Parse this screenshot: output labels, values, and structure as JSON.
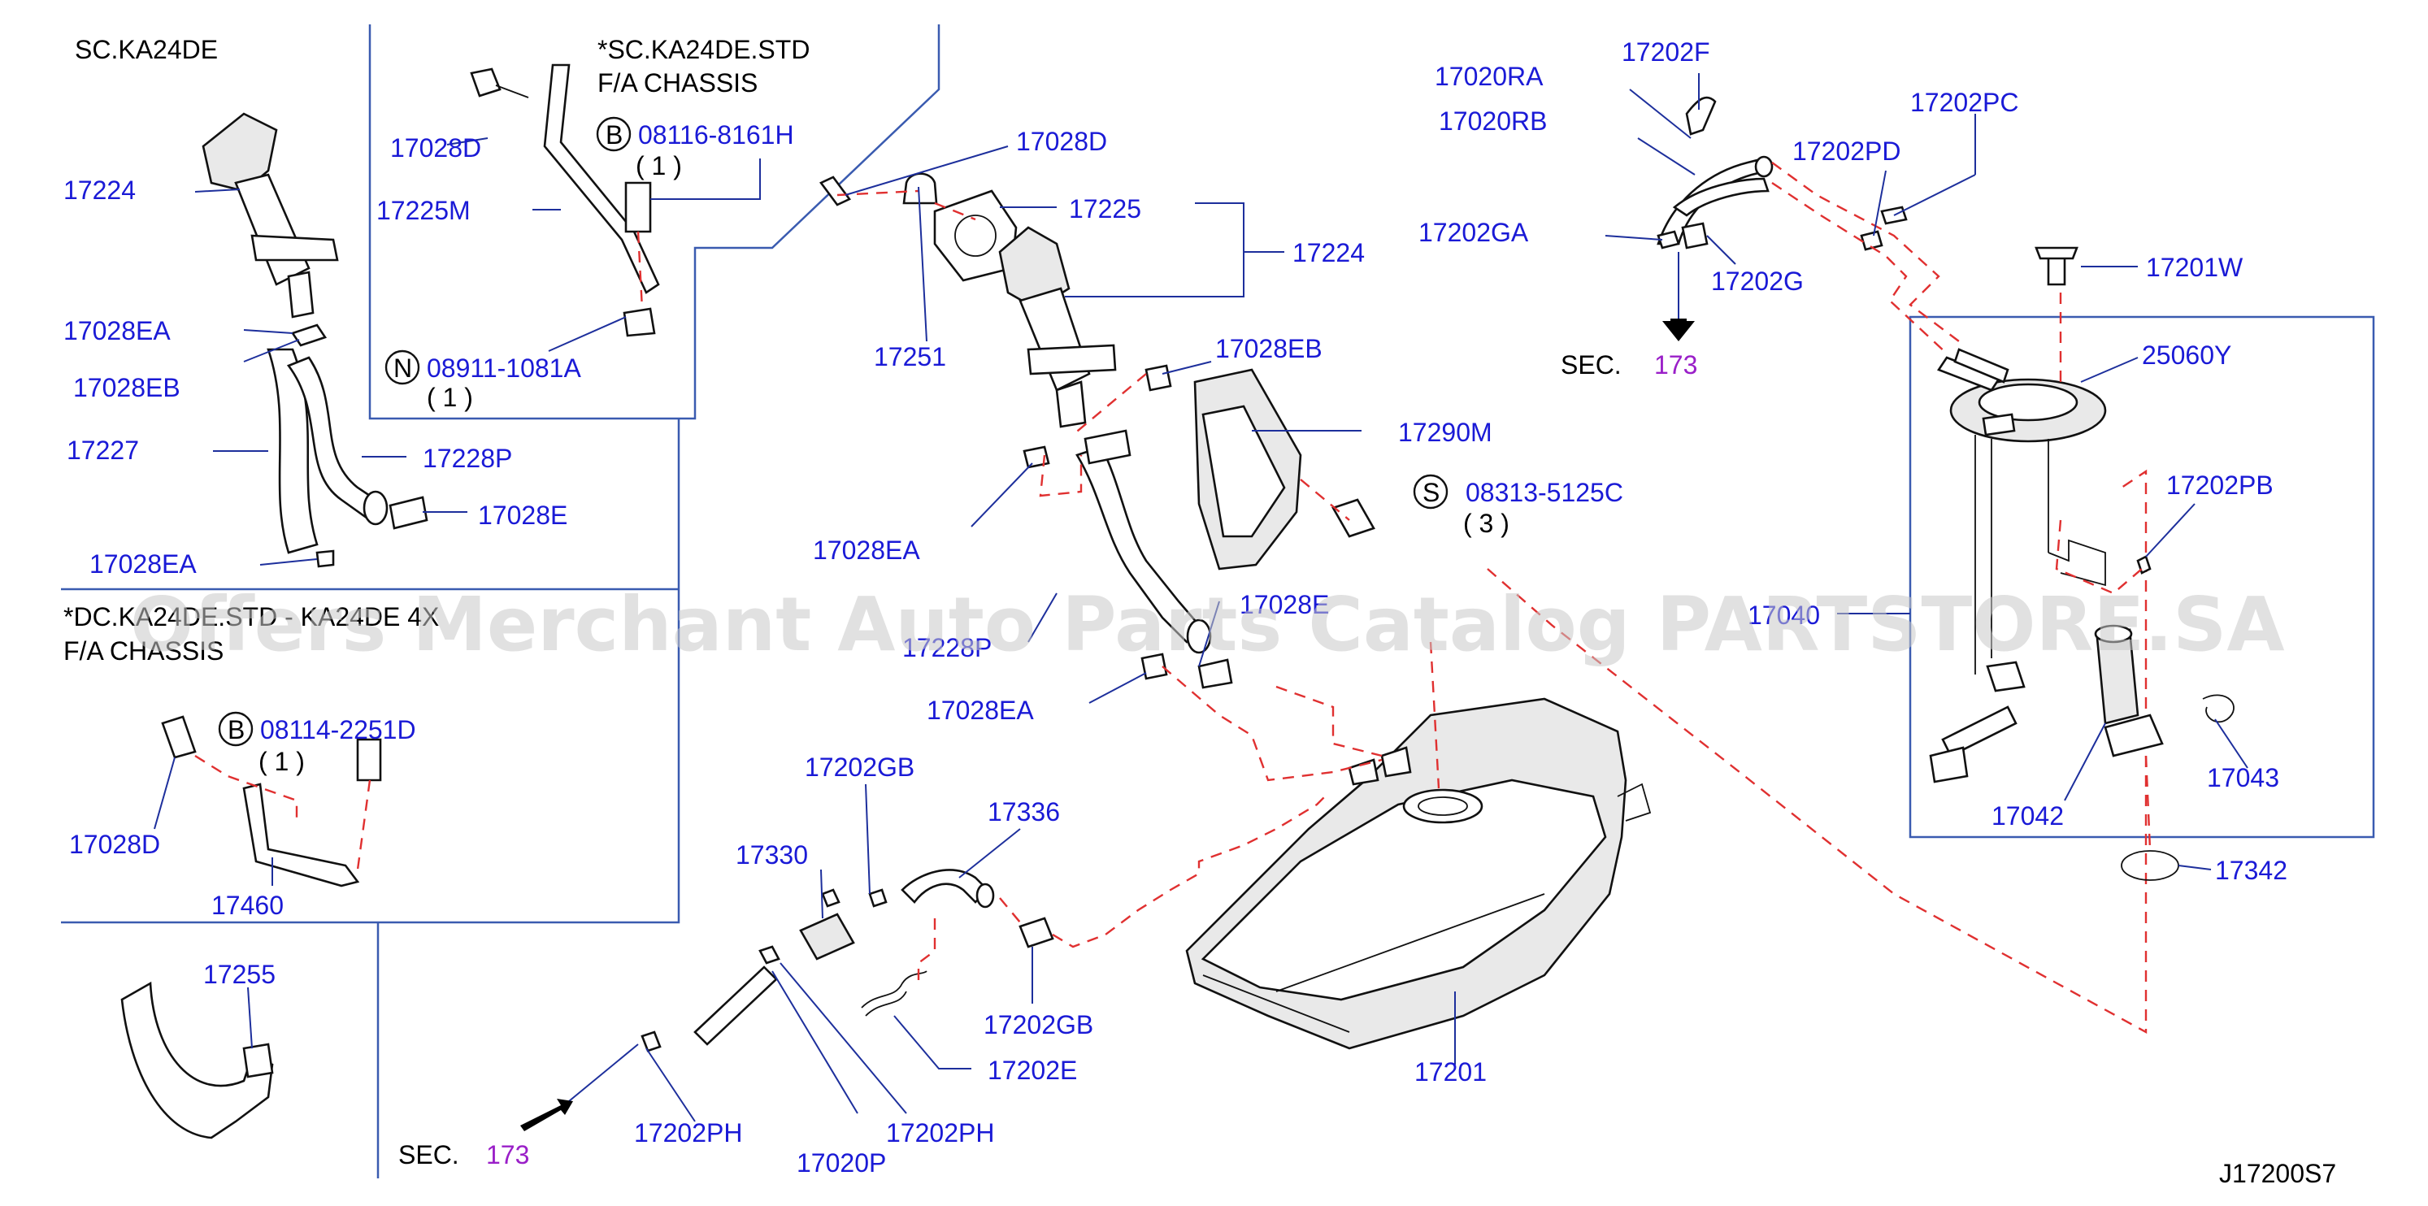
{
  "sections": {
    "sc_ka24de": "SC.KA24DE",
    "sc_std_line1": "*SC.KA24DE.STD",
    "sc_std_line2": "F/A   CHASSIS",
    "dc_line1": "*DC.KA24DE.STD - KA24DE 4X",
    "dc_line2": "F/A   CHASSIS"
  },
  "parts": {
    "p17224_left": "17224",
    "p17028EA_1": "17028EA",
    "p17028EB_left": "17028EB",
    "p17227": "17227",
    "p17228P": "17228P",
    "p17028E_left": "17028E",
    "p17028EA_2": "17028EA",
    "p17028D_top": "17028D",
    "p17225M": "17225M",
    "b_08116": "08116-8161H",
    "b_08116_qty": "( 1 )",
    "n_08911": "08911-1081A",
    "n_08911_qty": "( 1 )",
    "p17028D_mid": "17028D",
    "p17225": "17225",
    "p17224_mid": "17224",
    "p17251": "17251",
    "p17028EB_mid": "17028EB",
    "p17290M": "17290M",
    "s_08313": "08313-5125C",
    "s_08313_qty": "(  3  )",
    "p17028EA_mid": "17028EA",
    "p17028E_mid": "17028E",
    "p17228P_mid": "17228P",
    "p17028EA_low": "17028EA",
    "p17028D_dc": "17028D",
    "b_08114": "08114-2251D",
    "b_08114_qty": "( 1 )",
    "p17460": "17460",
    "p17255": "17255",
    "p17202GB_top": "17202GB",
    "p17330": "17330",
    "p17336": "17336",
    "p17202GB_low": "17202GB",
    "p17202E": "17202E",
    "p17202PH_left": "17202PH",
    "p17202PH_right": "17202PH",
    "p17020P": "17020P",
    "p17201": "17201",
    "p17020RA": "17020RA",
    "p17020RB": "17020RB",
    "p17202F": "17202F",
    "p17202PC": "17202PC",
    "p17202PD": "17202PD",
    "p17202GA": "17202GA",
    "p17202G": "17202G",
    "p17201W": "17201W",
    "p25060Y": "25060Y",
    "p17202PB": "17202PB",
    "p17040": "17040",
    "p17042": "17042",
    "p17043": "17043",
    "p17342": "17342",
    "sec_text_right": "SEC.",
    "sec_num_right": "173",
    "sec_text_left": "SEC.",
    "sec_num_left": "173",
    "circle_b": "B",
    "circle_n": "N",
    "circle_s": "S",
    "circle_b2": "B"
  },
  "footer": {
    "diagram_code": "J17200S7"
  },
  "watermark": {
    "text": "Offers Merchant Auto Parts Catalog PARTSTORE.SA"
  }
}
